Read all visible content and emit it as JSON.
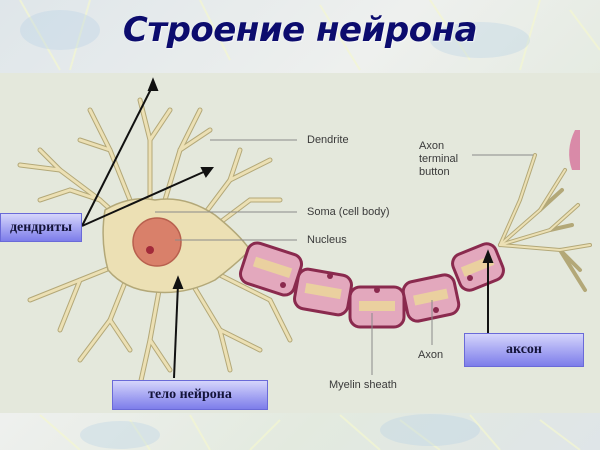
{
  "title": "Строение нейрона",
  "colors": {
    "title": "#0c0c6e",
    "panel_bg": "#e4e8dc",
    "neuron_body": "#ece0b4",
    "neuron_outline": "#b3a878",
    "nucleus": "#d9806a",
    "nucleolus": "#a22a3a",
    "myelin_fill": "#e3a8bd",
    "myelin_outline": "#8a2a4e",
    "callout_box": "#a8a8f3"
  },
  "english_labels": {
    "dendrite": "Dendrite",
    "soma": "Soma (cell body)",
    "nucleus": "Nucleus",
    "axon_terminal": "Axon\nterminal\nbutton",
    "axon": "Axon",
    "myelin": "Myelin sheath"
  },
  "russian_callouts": {
    "dendrites": "дендриты",
    "cell_body": "тело нейрона",
    "axon": "аксон"
  },
  "icons": {
    "neuron": "neuron-illustration",
    "arrows": "callout-arrow"
  }
}
